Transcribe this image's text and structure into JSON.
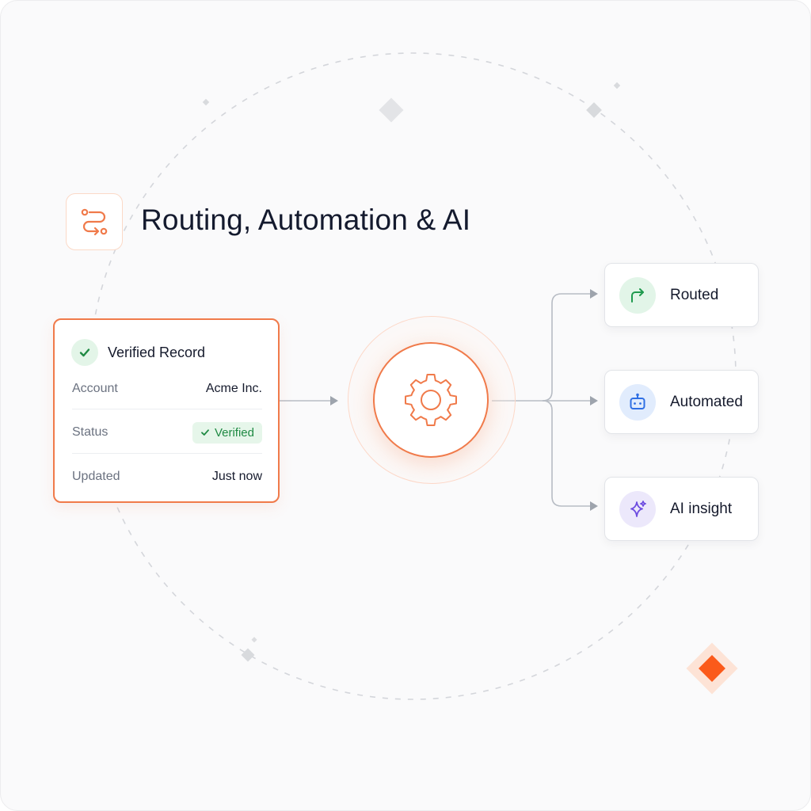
{
  "title": "Routing, Automation & AI",
  "record": {
    "title": "Verified Record",
    "rows": [
      {
        "label": "Account",
        "value": "Acme Inc."
      },
      {
        "label": "Status",
        "value": "Verified"
      },
      {
        "label": "Updated",
        "value": "Just now"
      }
    ]
  },
  "outputs": [
    {
      "label": "Routed",
      "icon": "arrow-turn-right-icon",
      "color": "#1f9a4e"
    },
    {
      "label": "Automated",
      "icon": "robot-icon",
      "color": "#2f6fe4"
    },
    {
      "label": "AI insight",
      "icon": "sparkle-icon",
      "color": "#6d4ce0"
    }
  ],
  "colors": {
    "accent": "#f07a4a",
    "accent_diamond": "#fb5a1a",
    "success": "#1f8a43",
    "text": "#141a2e",
    "muted": "#6b7280"
  },
  "hub_icon": "gear-icon",
  "header_icon": "route-icon"
}
